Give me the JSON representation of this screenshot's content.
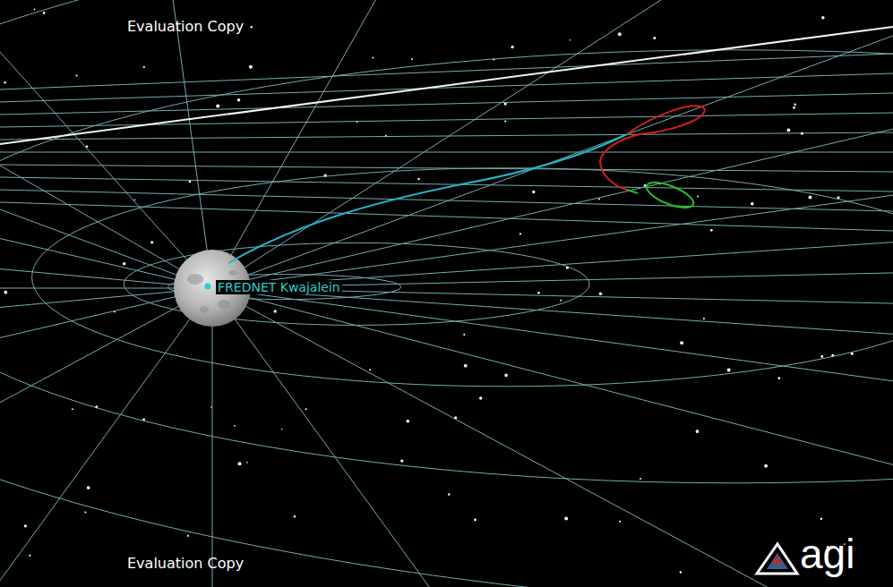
{
  "diagram": {
    "labels": [
      "Evaluation Copy",
      "FREDNET Kwajalein",
      "agi",
      "Evaluation Copy"
    ]
  }
}
